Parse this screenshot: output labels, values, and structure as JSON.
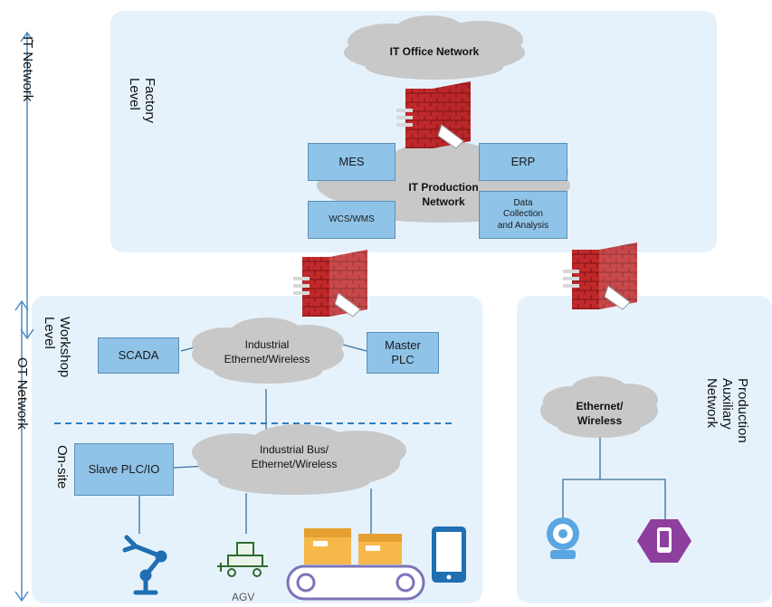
{
  "sides": {
    "it_network": "IT Network",
    "ot_network": "OT Network"
  },
  "levels": {
    "factory": "Factory\nLevel",
    "workshop": "Workshop\nLevel",
    "onsite": "On-site",
    "production_aux": "Production\nAuxiliary\nNetwork"
  },
  "clouds": {
    "it_office": "IT Office Network",
    "it_production": "IT Production\nNetwork",
    "industrial_ethernet": "Industrial\nEthernet/Wireless",
    "industrial_bus": "Industrial Bus/\nEthernet/Wireless",
    "aux_ethernet": "Ethernet/\nWireless"
  },
  "boxes": {
    "mes": "MES",
    "erp": "ERP",
    "wcs_wms": "WCS/WMS",
    "data_collection": "Data\nCollection\nand Analysis",
    "scada": "SCADA",
    "master_plc": "Master\nPLC",
    "slave_plc": "Slave PLC/IO"
  },
  "devices": {
    "agv": "AGV"
  },
  "colors": {
    "panel": "#e6f2fb",
    "box": "#8fc3e8",
    "cloud": "#c8c8c8",
    "firewall": "#c0292b",
    "arrow": "#4a8cc4",
    "device_blue": "#1f6fb2",
    "accent_purple": "#8e3f9e"
  },
  "icons": [
    "firewall-icon",
    "robot-arm-icon",
    "agv-icon",
    "conveyor-icon",
    "tablet-icon",
    "camera-icon",
    "phone-icon"
  ]
}
